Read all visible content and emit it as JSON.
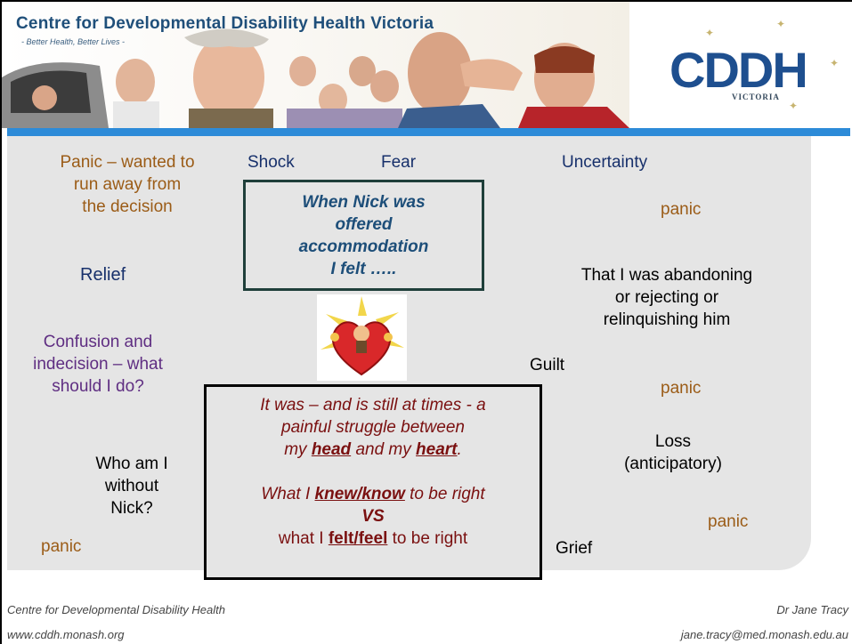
{
  "header": {
    "org_title": "Centre for Developmental Disability Health Victoria",
    "tagline": "- Better Health, Better Lives -",
    "logo": "CDDH",
    "logo_sub": "VICTORIA"
  },
  "words": {
    "panic_run": [
      "Panic – wanted to",
      "run away from",
      "the decision"
    ],
    "shock": "Shock",
    "fear": "Fear",
    "uncertainty": "Uncertainty",
    "panic_1": "panic",
    "relief": "Relief",
    "abandoning": [
      "That I was abandoning",
      "or rejecting or",
      "relinquishing him"
    ],
    "confusion": [
      "Confusion and",
      "indecision – what",
      "should I do?"
    ],
    "guilt": "Guilt",
    "panic_2": "panic",
    "who_am_i": [
      "Who am I",
      "without",
      "Nick?"
    ],
    "loss": [
      "Loss",
      "(anticipatory)"
    ],
    "panic_3": "panic",
    "panic_4": "panic",
    "grief": "Grief"
  },
  "center_box": {
    "lines": [
      "When Nick was",
      "offered",
      "accommodation",
      "I felt  ….."
    ]
  },
  "struggle_box": {
    "line1": "It was – and is still at times - a",
    "line2": "painful struggle between",
    "line3_pre": "my ",
    "head": "head",
    "line3_mid": " and my ",
    "heart": "heart",
    "line3_end": ".",
    "line4_pre": "What I ",
    "knew": "knew/know",
    "line4_post": " to be right",
    "vs": "VS",
    "line5_pre": "what I ",
    "felt": "felt/feel",
    "line5_post": " to be right"
  },
  "footer": {
    "org": "Centre for Developmental Disability Health",
    "url": "www.cddh.monash.org",
    "author": "Dr Jane Tracy",
    "email": "jane.tracy@med.monash.edu.au"
  },
  "colors": {
    "accent_bar": "#2d8bd8",
    "panel": "#e5e5e5",
    "brown_text": "#9b5c17",
    "navy_text": "#17306b",
    "purple_text": "#5f2e82",
    "maroon_text": "#7a1010"
  }
}
